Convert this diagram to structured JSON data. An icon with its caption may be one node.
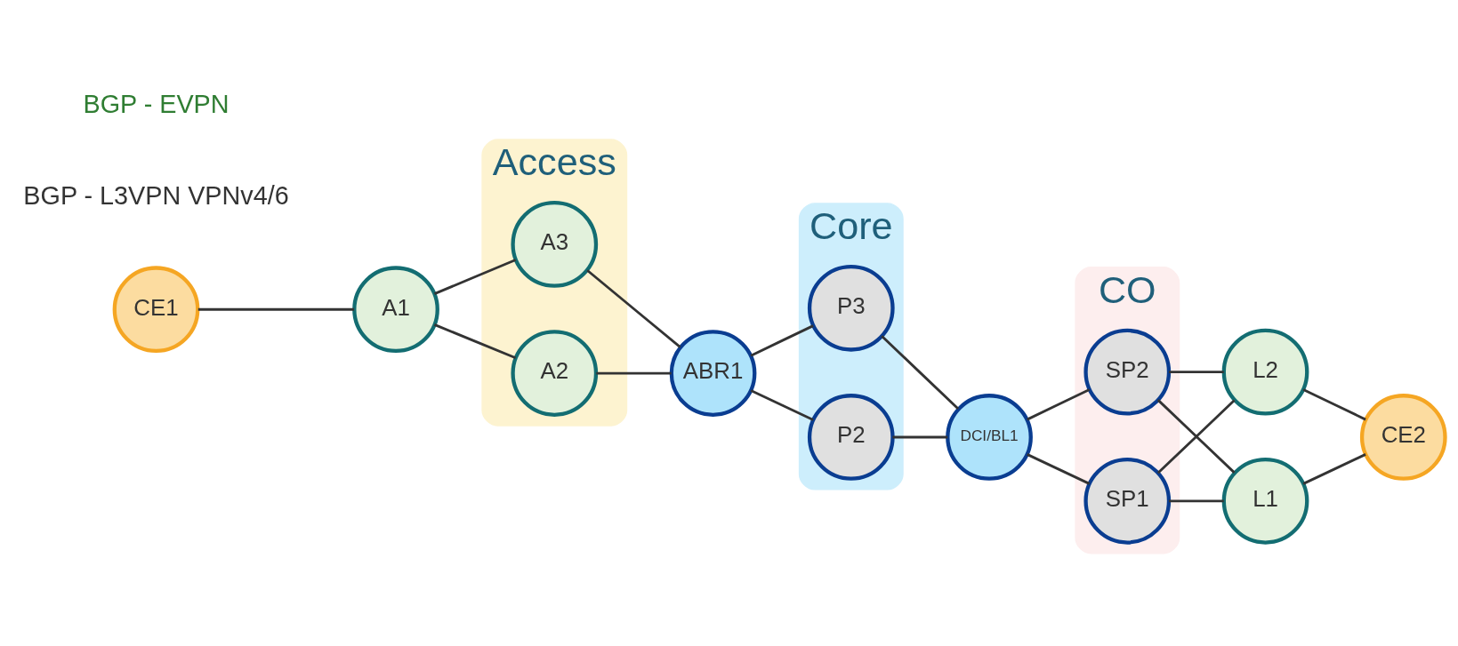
{
  "diagram": {
    "nodes": [
      {
        "text": [
          "CE1"
        ]
      },
      {
        "text": [
          "A1"
        ]
      },
      {
        "text": [
          "Access"
        ]
      },
      {
        "text": [
          "A3"
        ],
        "in": 2
      },
      {
        "text": [
          "A2"
        ],
        "in": 2
      },
      {
        "text": [
          "ABR1"
        ]
      },
      {
        "text": [
          "Core"
        ]
      },
      {
        "text": [
          "P3"
        ],
        "in": 6
      },
      {
        "text": [
          "P2"
        ],
        "in": 6
      },
      {
        "text": [
          "DCI/BL1"
        ]
      },
      {
        "text": [
          "CO"
        ]
      },
      {
        "text": [
          "SP2"
        ],
        "in": 10
      },
      {
        "text": [
          "SP1"
        ],
        "in": 10
      },
      {
        "text": [
          "L2"
        ]
      },
      {
        "text": [
          "L1"
        ]
      },
      {
        "text": [
          "CE2"
        ]
      }
    ],
    "edges": [
      {
        "from": 0,
        "to": 1,
        "arrow": "none"
      },
      {
        "from": 1,
        "to": 3,
        "arrow": "none"
      },
      {
        "from": 1,
        "to": 4,
        "arrow": "none"
      },
      {
        "from": 3,
        "to": 5,
        "arrow": "none"
      },
      {
        "from": 4,
        "to": 5,
        "arrow": "none"
      },
      {
        "from": 5,
        "to": 7,
        "arrow": "none"
      },
      {
        "from": 5,
        "to": 8,
        "arrow": "none"
      },
      {
        "from": 7,
        "to": 9,
        "arrow": "none"
      },
      {
        "from": 8,
        "to": 9,
        "arrow": "none"
      },
      {
        "from": 9,
        "to": 11,
        "arrow": "none"
      },
      {
        "from": 9,
        "to": 12,
        "arrow": "none"
      },
      {
        "from": 11,
        "to": 13,
        "arrow": "none"
      },
      {
        "from": 11,
        "to": 14,
        "arrow": "none"
      },
      {
        "from": 12,
        "to": 13,
        "arrow": "none"
      },
      {
        "from": 12,
        "to": 14,
        "arrow": "none"
      },
      {
        "from": 13,
        "to": 15,
        "arrow": "none"
      },
      {
        "from": 14,
        "to": 15,
        "arrow": "none"
      }
    ],
    "labels": [
      "BGP - L3VPN VPNv4/6",
      "BGP - EVPN"
    ]
  }
}
